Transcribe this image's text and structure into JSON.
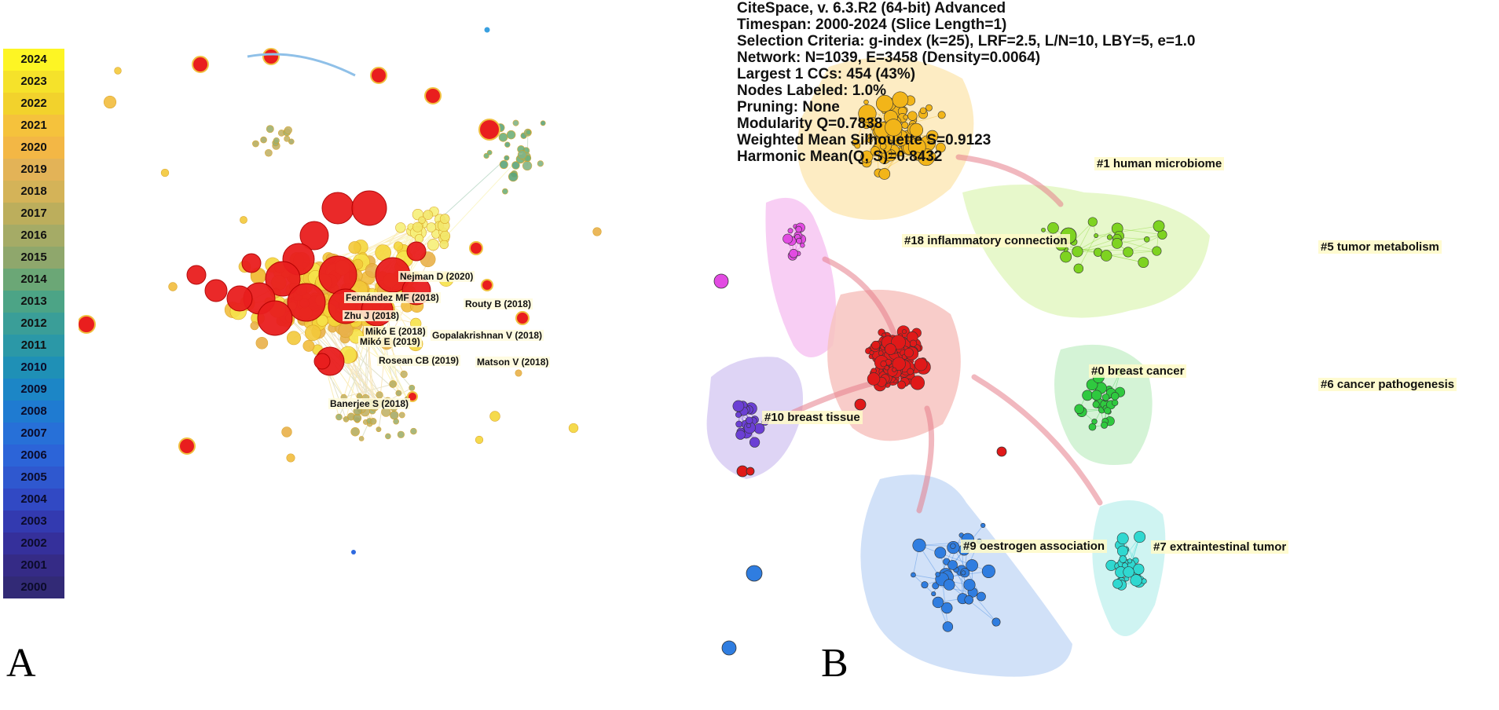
{
  "legend": {
    "years": [
      "2024",
      "2023",
      "2022",
      "2021",
      "2020",
      "2019",
      "2018",
      "2017",
      "2016",
      "2015",
      "2014",
      "2013",
      "2012",
      "2011",
      "2010",
      "2009",
      "2008",
      "2007",
      "2006",
      "2005",
      "2004",
      "2003",
      "2002",
      "2001",
      "2000"
    ],
    "colors": [
      "#fdf524",
      "#f5e22a",
      "#f2d22c",
      "#f5c23c",
      "#f3b745",
      "#e3b357",
      "#d4b358",
      "#bcae5c",
      "#a5ab66",
      "#8fa76c",
      "#6ba776",
      "#4ca486",
      "#3a9e98",
      "#2b98a7",
      "#1f90b6",
      "#1c86c6",
      "#1f7bd1",
      "#2770d8",
      "#2c64d8",
      "#2f58cf",
      "#3149c4",
      "#333ab0",
      "#35309b",
      "#352b86",
      "#322a76"
    ]
  },
  "panel_a": {
    "label": "A",
    "refs": [
      {
        "text": "Nejman D (2020)"
      },
      {
        "text": "Fernández MF (2018)"
      },
      {
        "text": "Routy B (2018)"
      },
      {
        "text": "Zhu J (2018)"
      },
      {
        "text": "Mikó E (2018)"
      },
      {
        "text": "Mikó E (2019)"
      },
      {
        "text": "Gopalakrishnan V (2018)"
      },
      {
        "text": "Rosean CB (2019)"
      },
      {
        "text": "Matson V (2018)"
      },
      {
        "text": "Banerjee S (2018)"
      }
    ]
  },
  "panel_b": {
    "label": "B",
    "info": [
      "CiteSpace, v. 6.3.R2 (64-bit) Advanced",
      "Timespan: 2000-2024 (Slice Length=1)",
      "Selection Criteria: g-index (k=25), LRF=2.5, L/N=10, LBY=5, e=1.0",
      "Network: N=1039, E=3458 (Density=0.0064)",
      "Largest 1 CCs: 454 (43%)",
      "Nodes Labeled: 1.0%",
      "Pruning: None",
      "Modularity Q=0.7838",
      "Weighted Mean Silhouette S=0.9123",
      "Harmonic Mean(Q, S)=0.8432"
    ],
    "clusters": [
      {
        "text": "#1 human microbiome",
        "color": "#f2b519"
      },
      {
        "text": "#18 inflammatory connection",
        "color": "#e24be2"
      },
      {
        "text": "#5 tumor metabolism",
        "color": "#7ed321"
      },
      {
        "text": "#0 breast cancer",
        "color": "#e01919"
      },
      {
        "text": "#6 cancer pathogenesis",
        "color": "#2fc93f"
      },
      {
        "text": "#10 breast tissue",
        "color": "#6b3fd4"
      },
      {
        "text": "#9 oestrogen association",
        "color": "#2f7de0"
      },
      {
        "text": "#7 extraintestinal tumor",
        "color": "#2fd8d0"
      }
    ]
  }
}
